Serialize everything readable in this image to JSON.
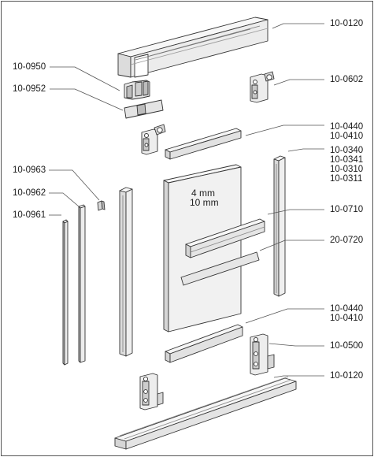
{
  "diagram": {
    "glass_text": [
      "4 mm",
      "10 mm"
    ],
    "labels": {
      "top_track": "10-0120",
      "top_guide_1": "10-0950",
      "top_guide_2": "10-0952",
      "top_roller": "10-0602",
      "top_profile_1": "10-0440",
      "top_profile_2": "10-0410",
      "side_profile_1": "10-0340",
      "side_profile_2": "10-0341",
      "side_profile_3": "10-0310",
      "side_profile_4": "10-0311",
      "clip": "10-0963",
      "strip_1": "10-0962",
      "strip_2": "10-0961",
      "handle_profile": "10-0710",
      "handle_insert": "20-0720",
      "bottom_profile_1": "10-0440",
      "bottom_profile_2": "10-0410",
      "bottom_roller": "10-0500",
      "bottom_track": "10-0120"
    },
    "colors": {
      "line": "#333333",
      "face": "#f2f2f2",
      "shade": "#dcdcdc",
      "dark": "#9a9a9a",
      "leader": "#555555"
    }
  }
}
